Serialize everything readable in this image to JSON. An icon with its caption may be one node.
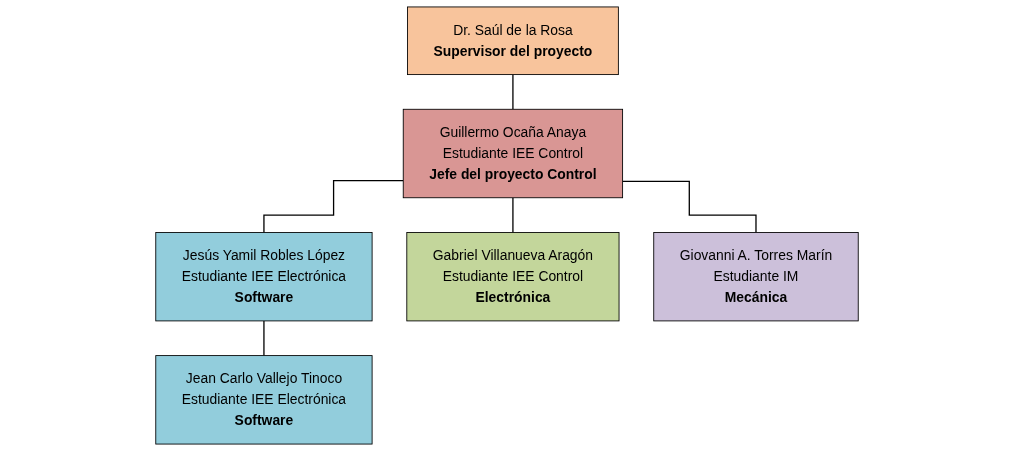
{
  "diagram": {
    "nodes": [
      {
        "text": [
          "Dr. Saúl de la Rosa",
          "Supervisor del proyecto"
        ]
      },
      {
        "text": [
          "Guillermo Ocaña Anaya",
          "Estudiante IEE Control",
          "Jefe del proyecto Control"
        ]
      },
      {
        "text": [
          "Jesús Yamil Robles López",
          "Estudiante IEE Electrónica",
          "Software"
        ]
      },
      {
        "text": [
          "Gabriel Villanueva Aragón",
          "Estudiante IEE Control",
          "Electrónica"
        ]
      },
      {
        "text": [
          "Giovanni A. Torres Marín",
          "Estudiante IM",
          "Mecánica"
        ]
      },
      {
        "text": [
          "Jean Carlo Vallejo Tinoco",
          "Estudiante IEE Electrónica",
          "Software"
        ]
      }
    ],
    "edges": [
      {
        "from": 0,
        "to": 1,
        "arrow": "none"
      },
      {
        "from": 1,
        "to": 2,
        "arrow": "none"
      },
      {
        "from": 1,
        "to": 3,
        "arrow": "none"
      },
      {
        "from": 1,
        "to": 4,
        "arrow": "none"
      },
      {
        "from": 2,
        "to": 5,
        "arrow": "none"
      }
    ]
  }
}
